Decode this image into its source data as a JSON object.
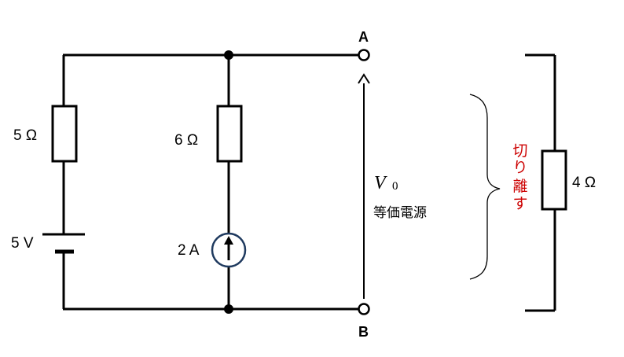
{
  "circuit": {
    "resistor_left": "5 Ω",
    "resistor_middle": "6 Ω",
    "battery": "5 V",
    "current_source": "2 A",
    "terminal_a": "A",
    "terminal_b": "B",
    "voltage_symbol": "V",
    "voltage_subscript": "0",
    "equivalent_source_label": "等価電源",
    "load_resistor": "4 Ω",
    "disconnect_label": [
      "切",
      "り",
      "離",
      "す"
    ]
  },
  "colors": {
    "wire": "#000000",
    "disconnect_text": "#cc0000"
  }
}
